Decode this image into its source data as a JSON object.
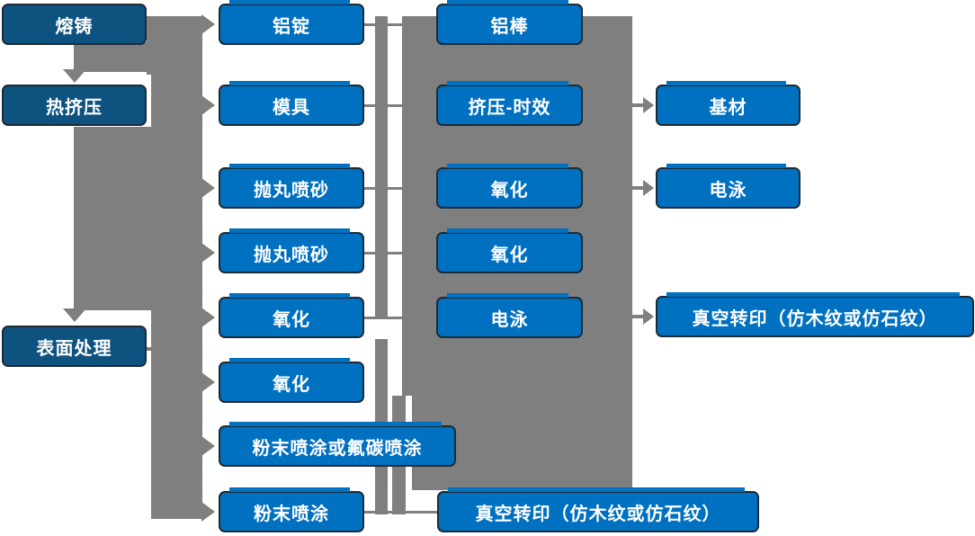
{
  "flowchart": {
    "stages": {
      "melting_casting": "熔铸",
      "hot_extrusion": "热挤压",
      "surface_treatment": "表面处理"
    },
    "preprocess": {
      "aluminum_ingot": "铝锭",
      "mold": "模具",
      "shot_blasting_1": "抛丸喷砂",
      "shot_blasting_2": "抛丸喷砂",
      "oxidation_1": "氧化",
      "oxidation_2": "氧化",
      "powder_or_fluorocarbon_coating": "粉末喷涂或氟碳喷涂",
      "powder_coating": "粉末喷涂"
    },
    "process": {
      "aluminum_rod": "铝棒",
      "extrusion_aging": "挤压-时效",
      "oxidation_1": "氧化",
      "oxidation_2": "氧化",
      "electrophoresis": "电泳",
      "vacuum_transfer": "真空转印（仿木纹或仿石纹）"
    },
    "outputs": {
      "base_material": "基材",
      "electrophoresis": "电泳",
      "vacuum_transfer": "真空转印（仿木纹或仿石纹）"
    },
    "colors": {
      "stage_fill": "#0e527f",
      "process_fill": "#0070c0",
      "connector_gray": "#7f7f7f",
      "box_border": "#1c2b36",
      "text": "#ffffff"
    }
  }
}
